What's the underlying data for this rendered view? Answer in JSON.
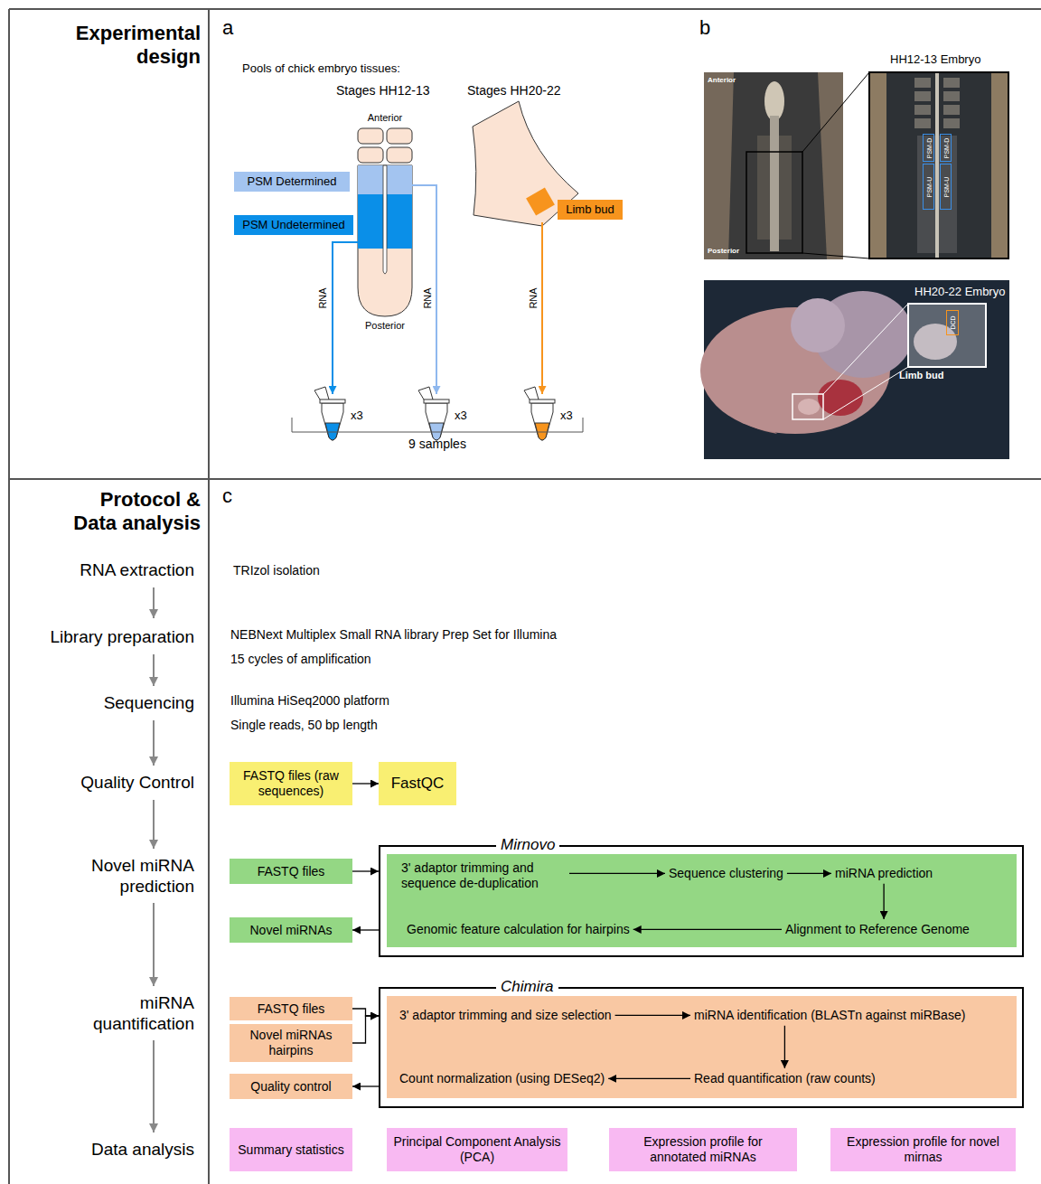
{
  "diagram": {
    "nodes": [
      {
        "text": [
          "PSM Determined"
        ]
      },
      {
        "text": [
          "PSM Undetermined"
        ]
      },
      {
        "text": [
          "Limb bud"
        ]
      },
      {
        "text": [
          "PSM-D"
        ]
      },
      {
        "text": [
          "PSM-D"
        ]
      },
      {
        "text": [
          "PSM-U"
        ]
      },
      {
        "text": [
          "PSM-U"
        ]
      },
      {
        "text": [
          "DCD"
        ]
      },
      {
        "text": [
          "FASTQ files (raw sequences)"
        ]
      },
      {
        "text": [
          "FastQC"
        ]
      },
      {
        "text": [
          "FASTQ files"
        ]
      },
      {
        "text": [
          "Mirnovo"
        ]
      },
      {
        "text": [
          "3' adaptor trimming and sequence de-duplication"
        ],
        "in": 11
      },
      {
        "text": [
          "Sequence clustering"
        ],
        "in": 11
      },
      {
        "text": [
          "miRNA prediction"
        ],
        "in": 11
      },
      {
        "text": [
          "Alignment to Reference Genome"
        ],
        "in": 11
      },
      {
        "text": [
          "Genomic feature calculation for hairpins"
        ],
        "in": 11
      },
      {
        "text": [
          "Novel miRNAs"
        ]
      },
      {
        "text": [
          "FASTQ files"
        ]
      },
      {
        "text": [
          "Novel miRNAs hairpins"
        ]
      },
      {
        "text": [
          "Chimira"
        ]
      },
      {
        "text": [
          "3' adaptor trimming and size selection"
        ],
        "in": 20
      },
      {
        "text": [
          "miRNA identification (BLASTn against miRBase)"
        ],
        "in": 20
      },
      {
        "text": [
          "Read quantification (raw counts)"
        ],
        "in": 20
      },
      {
        "text": [
          "Count normalization (using DESeq2)"
        ],
        "in": 20
      },
      {
        "text": [
          "Quality control"
        ]
      },
      {
        "text": [
          "Summary statistics"
        ]
      },
      {
        "text": [
          "Principal Component Analysis (PCA)"
        ]
      },
      {
        "text": [
          "Expression profile for annotated miRNAs"
        ]
      },
      {
        "text": [
          "Expression profile for novel mirnas"
        ]
      }
    ],
    "edges": [
      {
        "from": 8,
        "to": 9,
        "arrow": "to"
      },
      {
        "from": 10,
        "to": 11,
        "arrow": "to"
      },
      {
        "from": 12,
        "to": 13,
        "arrow": "to"
      },
      {
        "from": 13,
        "to": 14,
        "arrow": "to"
      },
      {
        "from": 14,
        "to": 15,
        "arrow": "to"
      },
      {
        "from": 15,
        "to": 16,
        "arrow": "to"
      },
      {
        "from": 11,
        "to": 17,
        "arrow": "to"
      },
      {
        "from": 18,
        "to": 20,
        "arrow": "to"
      },
      {
        "from": 19,
        "to": 20,
        "arrow": "to"
      },
      {
        "from": 21,
        "to": 22,
        "arrow": "to"
      },
      {
        "from": 22,
        "to": 23,
        "arrow": "to"
      },
      {
        "from": 23,
        "to": 24,
        "arrow": "to"
      },
      {
        "from": 20,
        "to": 25,
        "arrow": "to"
      }
    ],
    "labels": [
      "Experimental design",
      "Protocol & Data analysis",
      "a",
      "Pools of chick embryo tissues:",
      "Stages HH12-13",
      "Stages HH20-22",
      "Anterior",
      "RNA",
      "RNA",
      "RNA",
      "Posterior",
      "x3",
      "x3",
      "x3",
      "9 samples",
      "b",
      "Anterior",
      "Posterior",
      "HH12-13 Embryo",
      "HH20-22 Embryo",
      "Limb bud",
      "c",
      "RNA extraction",
      "TRIzol isolation",
      "Library preparation",
      "NEBNext Multiplex Small RNA library Prep Set for Illumina",
      "15 cycles of amplification",
      "Sequencing",
      "Illumina HiSeq2000 platform",
      "Single reads, 50 bp length",
      "Quality Control",
      "Novel miRNA prediction",
      "miRNA quantification",
      "Data analysis"
    ]
  }
}
